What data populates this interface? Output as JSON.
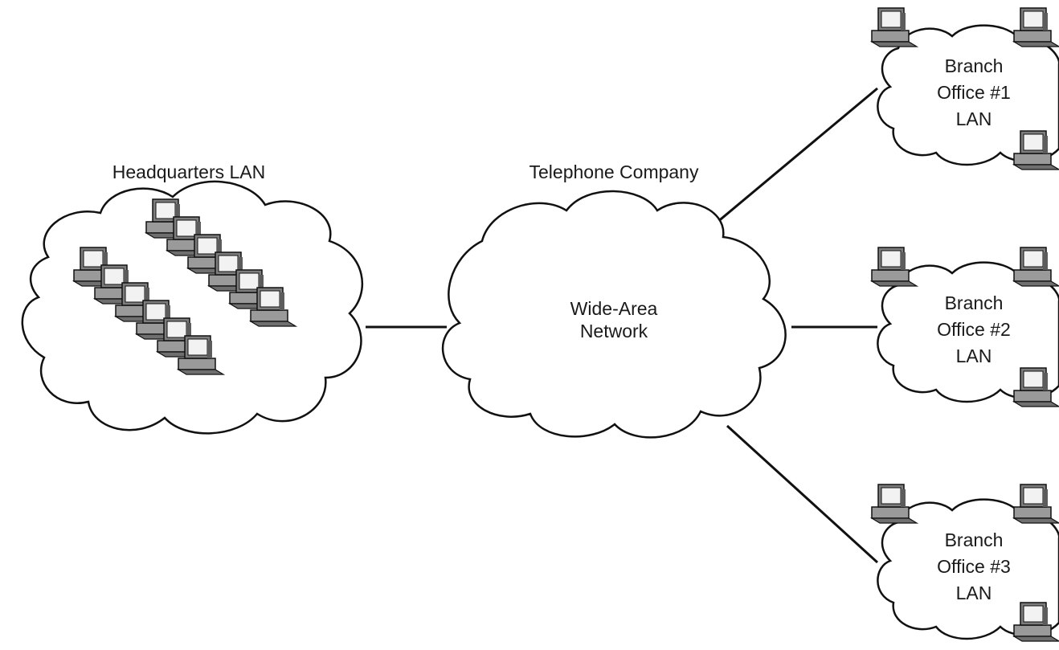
{
  "headquarters": {
    "title": "Headquarters LAN",
    "icon": "desktop-computer-icon"
  },
  "wan": {
    "title": "Telephone Company",
    "line1": "Wide-Area",
    "line2": "Network"
  },
  "branches": [
    {
      "line1": "Branch",
      "line2": "Office #1",
      "line3": "LAN"
    },
    {
      "line1": "Branch",
      "line2": "Office #2",
      "line3": "LAN"
    },
    {
      "line1": "Branch",
      "line2": "Office #3",
      "line3": "LAN"
    }
  ],
  "colors": {
    "stroke": "#111111",
    "monitor_face": "#f2f2f2",
    "monitor_body": "#8a8a8a"
  }
}
